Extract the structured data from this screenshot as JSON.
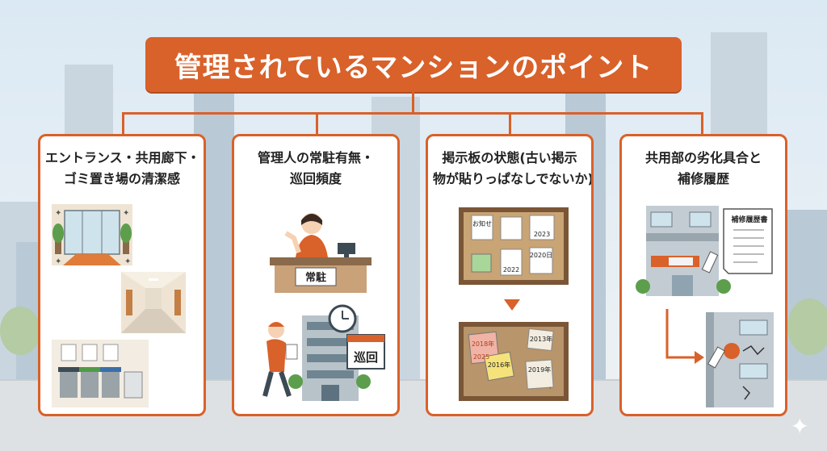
{
  "title": "管理されているマンションのポイント",
  "cards": [
    {
      "title_line1": "エントランス・共用廊下・",
      "title_line2": "ゴミ置き場の清潔感"
    },
    {
      "title_line1": "管理人の常駐有無・",
      "title_line2": "巡回頻度",
      "desk_sign": "常駐",
      "patrol_sign": "巡回"
    },
    {
      "title_line1": "掲示板の状態(古い掲示",
      "title_line2": "物が貼りっぱなしでないか)",
      "board_top_notes": [
        "お知せ",
        "2023",
        "2022",
        "2020日"
      ],
      "board_bottom_notes": [
        "2018年",
        "2025",
        "2016年",
        "2013年",
        "2019年"
      ]
    },
    {
      "title_line1": "共用部の劣化具合と",
      "title_line2": "補修履歴",
      "document_label": "補修履歴書"
    }
  ],
  "colors": {
    "accent": "#d9612a",
    "card_border": "#d9612a",
    "title_text": "#ffffff"
  }
}
